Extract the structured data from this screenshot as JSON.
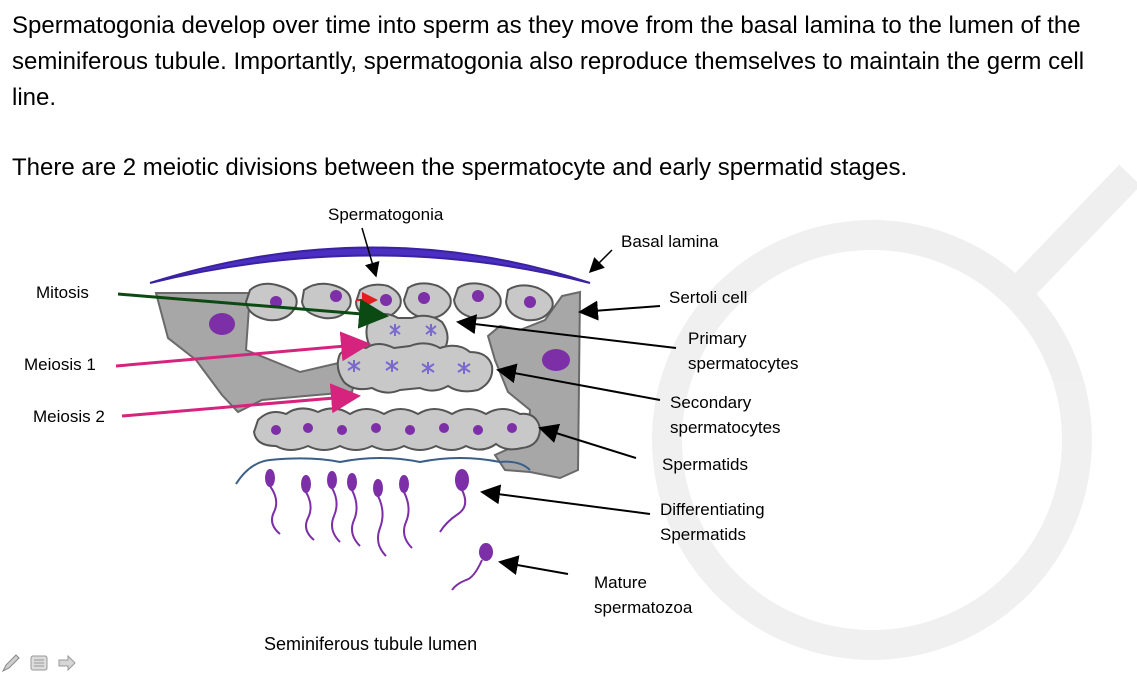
{
  "text": {
    "paragraph1": "Spermatogonia develop over time into sperm as they move from the basal lamina to the lumen of the seminiferous tubule. Importantly, spermatogonia also reproduce themselves to maintain the germ cell line.",
    "paragraph2": "There are 2 meiotic divisions between the spermatocyte and early spermatid stages."
  },
  "labels": {
    "spermatogonia": "Spermatogonia",
    "basal_lamina": "Basal lamina",
    "mitosis": "Mitosis",
    "sertoli_cell": "Sertoli cell",
    "primary_spermatocytes": "Primary spermatocytes",
    "meiosis1": "Meiosis 1",
    "meiosis2": "Meiosis 2",
    "secondary_spermatocytes": "Secondary spermatocytes",
    "spermatids": "Spermatids",
    "differentiating_spermatids": "Differentiating Spermatids",
    "mature_spermatozoa": "Mature spermatozoa",
    "lumen": "Seminiferous tubule lumen"
  },
  "colors": {
    "basal_lamina": "#4b2ec2",
    "sertoli": "#a7a7a7",
    "cell_fill": "#c8c8c8",
    "nucleus": "#7c2fa6",
    "spermatocyte_nucleus": "#7a6ad0",
    "mitosis_arrow": "#0b4a12",
    "meiosis_arrow": "#d6237e",
    "red_arrow": "#e02020",
    "membrane": "#3b5f86"
  },
  "toolbar": {
    "icons": [
      "pen-icon",
      "menu-icon",
      "next-arrow-icon"
    ]
  }
}
